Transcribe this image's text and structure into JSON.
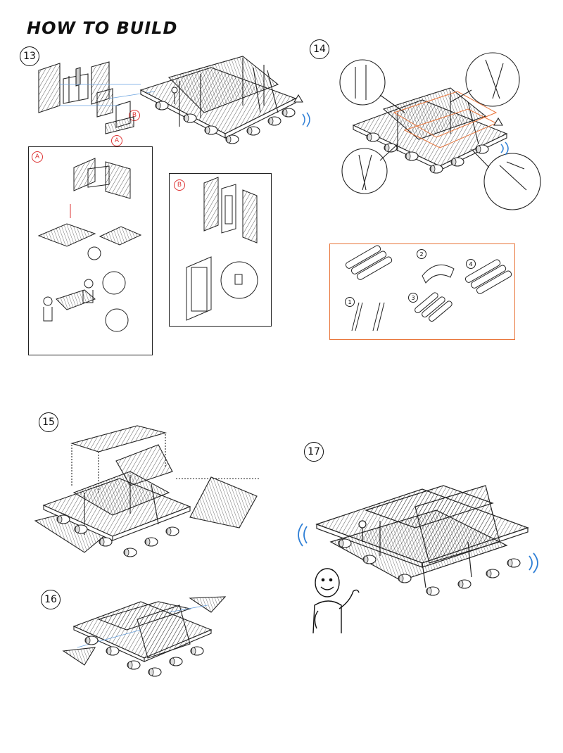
{
  "page": {
    "title": "HOW TO BUILD"
  },
  "steps": {
    "s13": "13",
    "s14": "14",
    "s15": "15",
    "s16": "16",
    "s17": "17"
  },
  "detail_labels": {
    "a": "A",
    "b": "B",
    "a_small": "A",
    "b_small": "B"
  },
  "sub_steps": {
    "n1": "1",
    "n2": "2",
    "n3": "3",
    "n4": "4"
  },
  "colors": {
    "ink": "#111111",
    "accent_orange": "#e9753a",
    "accent_blue": "#2f7fd6",
    "detail_red": "#d33333"
  }
}
